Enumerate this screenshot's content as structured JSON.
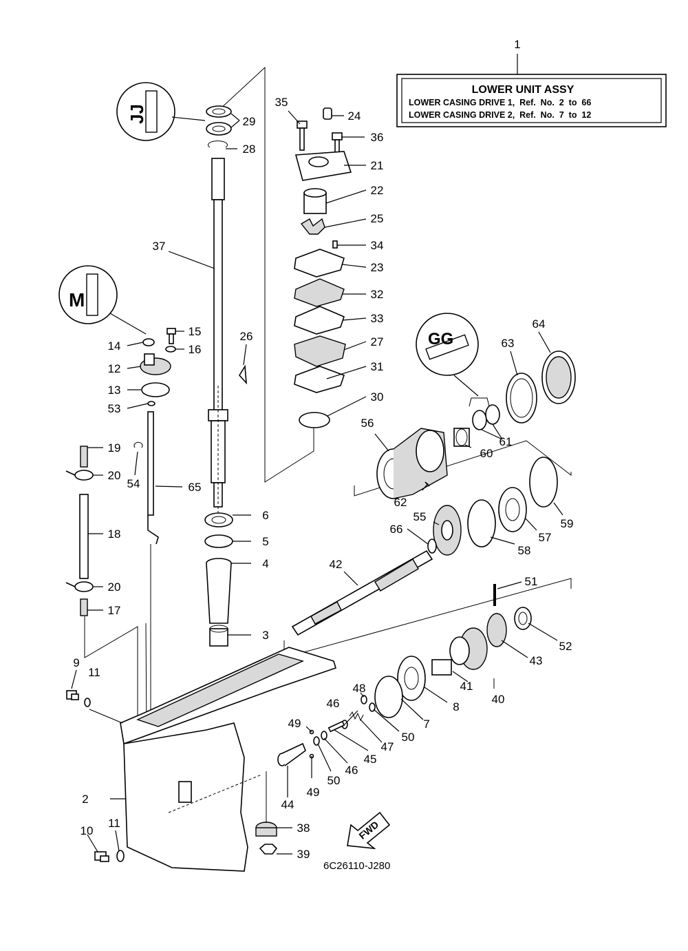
{
  "title_box": {
    "ref": "1",
    "title": "LOWER UNIT ASSY",
    "line1": "LOWER CASING DRIVE 1,  Ref.  No.  2  to  66",
    "line2": "LOWER CASING DRIVE 2,  Ref.  No.  7  to  12"
  },
  "diagram_code": "6C26110-J280",
  "fwd_label": "FWD",
  "callouts": [
    {
      "id": "c1",
      "label": "1"
    },
    {
      "id": "c2",
      "label": "2"
    },
    {
      "id": "c3",
      "label": "3"
    },
    {
      "id": "c4",
      "label": "4"
    },
    {
      "id": "c5",
      "label": "5"
    },
    {
      "id": "c6",
      "label": "6"
    },
    {
      "id": "c7",
      "label": "7"
    },
    {
      "id": "c8",
      "label": "8"
    },
    {
      "id": "c9",
      "label": "9"
    },
    {
      "id": "c10",
      "label": "10"
    },
    {
      "id": "c11a",
      "label": "11"
    },
    {
      "id": "c11b",
      "label": "11"
    },
    {
      "id": "c12",
      "label": "12"
    },
    {
      "id": "c13",
      "label": "13"
    },
    {
      "id": "c14",
      "label": "14"
    },
    {
      "id": "c15",
      "label": "15"
    },
    {
      "id": "c16",
      "label": "16"
    },
    {
      "id": "c17",
      "label": "17"
    },
    {
      "id": "c18",
      "label": "18"
    },
    {
      "id": "c19",
      "label": "19"
    },
    {
      "id": "c20a",
      "label": "20"
    },
    {
      "id": "c20b",
      "label": "20"
    },
    {
      "id": "c21",
      "label": "21"
    },
    {
      "id": "c22",
      "label": "22"
    },
    {
      "id": "c23",
      "label": "23"
    },
    {
      "id": "c24",
      "label": "24"
    },
    {
      "id": "c25",
      "label": "25"
    },
    {
      "id": "c26",
      "label": "26"
    },
    {
      "id": "c27",
      "label": "27"
    },
    {
      "id": "c28",
      "label": "28"
    },
    {
      "id": "c29",
      "label": "29"
    },
    {
      "id": "c30",
      "label": "30"
    },
    {
      "id": "c31",
      "label": "31"
    },
    {
      "id": "c32",
      "label": "32"
    },
    {
      "id": "c33",
      "label": "33"
    },
    {
      "id": "c34",
      "label": "34"
    },
    {
      "id": "c35",
      "label": "35"
    },
    {
      "id": "c36",
      "label": "36"
    },
    {
      "id": "c37",
      "label": "37"
    },
    {
      "id": "c38",
      "label": "38"
    },
    {
      "id": "c39",
      "label": "39"
    },
    {
      "id": "c40",
      "label": "40"
    },
    {
      "id": "c41",
      "label": "41"
    },
    {
      "id": "c42",
      "label": "42"
    },
    {
      "id": "c43",
      "label": "43"
    },
    {
      "id": "c44",
      "label": "44"
    },
    {
      "id": "c45",
      "label": "45"
    },
    {
      "id": "c46a",
      "label": "46"
    },
    {
      "id": "c46b",
      "label": "46"
    },
    {
      "id": "c47",
      "label": "47"
    },
    {
      "id": "c48",
      "label": "48"
    },
    {
      "id": "c49a",
      "label": "49"
    },
    {
      "id": "c49b",
      "label": "49"
    },
    {
      "id": "c50a",
      "label": "50"
    },
    {
      "id": "c50b",
      "label": "50"
    },
    {
      "id": "c51",
      "label": "51"
    },
    {
      "id": "c52",
      "label": "52"
    },
    {
      "id": "c53",
      "label": "53"
    },
    {
      "id": "c54",
      "label": "54"
    },
    {
      "id": "c55",
      "label": "55"
    },
    {
      "id": "c56",
      "label": "56"
    },
    {
      "id": "c57",
      "label": "57"
    },
    {
      "id": "c58",
      "label": "58"
    },
    {
      "id": "c59",
      "label": "59"
    },
    {
      "id": "c60",
      "label": "60"
    },
    {
      "id": "c61",
      "label": "61"
    },
    {
      "id": "c62",
      "label": "62"
    },
    {
      "id": "c63",
      "label": "63"
    },
    {
      "id": "c64",
      "label": "64"
    },
    {
      "id": "c65",
      "label": "65"
    },
    {
      "id": "c66",
      "label": "66"
    }
  ]
}
